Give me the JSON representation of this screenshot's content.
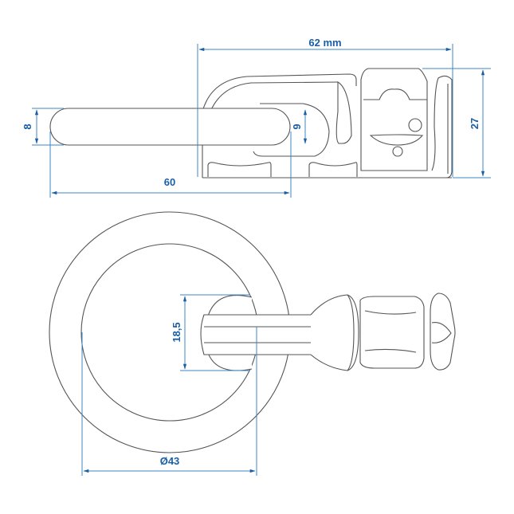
{
  "diagram": {
    "title": "Lashing ring with bolt - technical drawing",
    "colors": {
      "dimension": "#3b86c4",
      "dimension_text": "#1a5fa6",
      "outline": "#555555",
      "background": "#ffffff"
    },
    "side_view": {
      "dimensions": {
        "overall_width": "62 mm",
        "height": "27",
        "pin_diameter": "8",
        "slot_height": "9",
        "pin_length": "60"
      }
    },
    "top_view": {
      "dimensions": {
        "ring_diameter": "Ø43",
        "inner_span": "18,5"
      }
    }
  }
}
